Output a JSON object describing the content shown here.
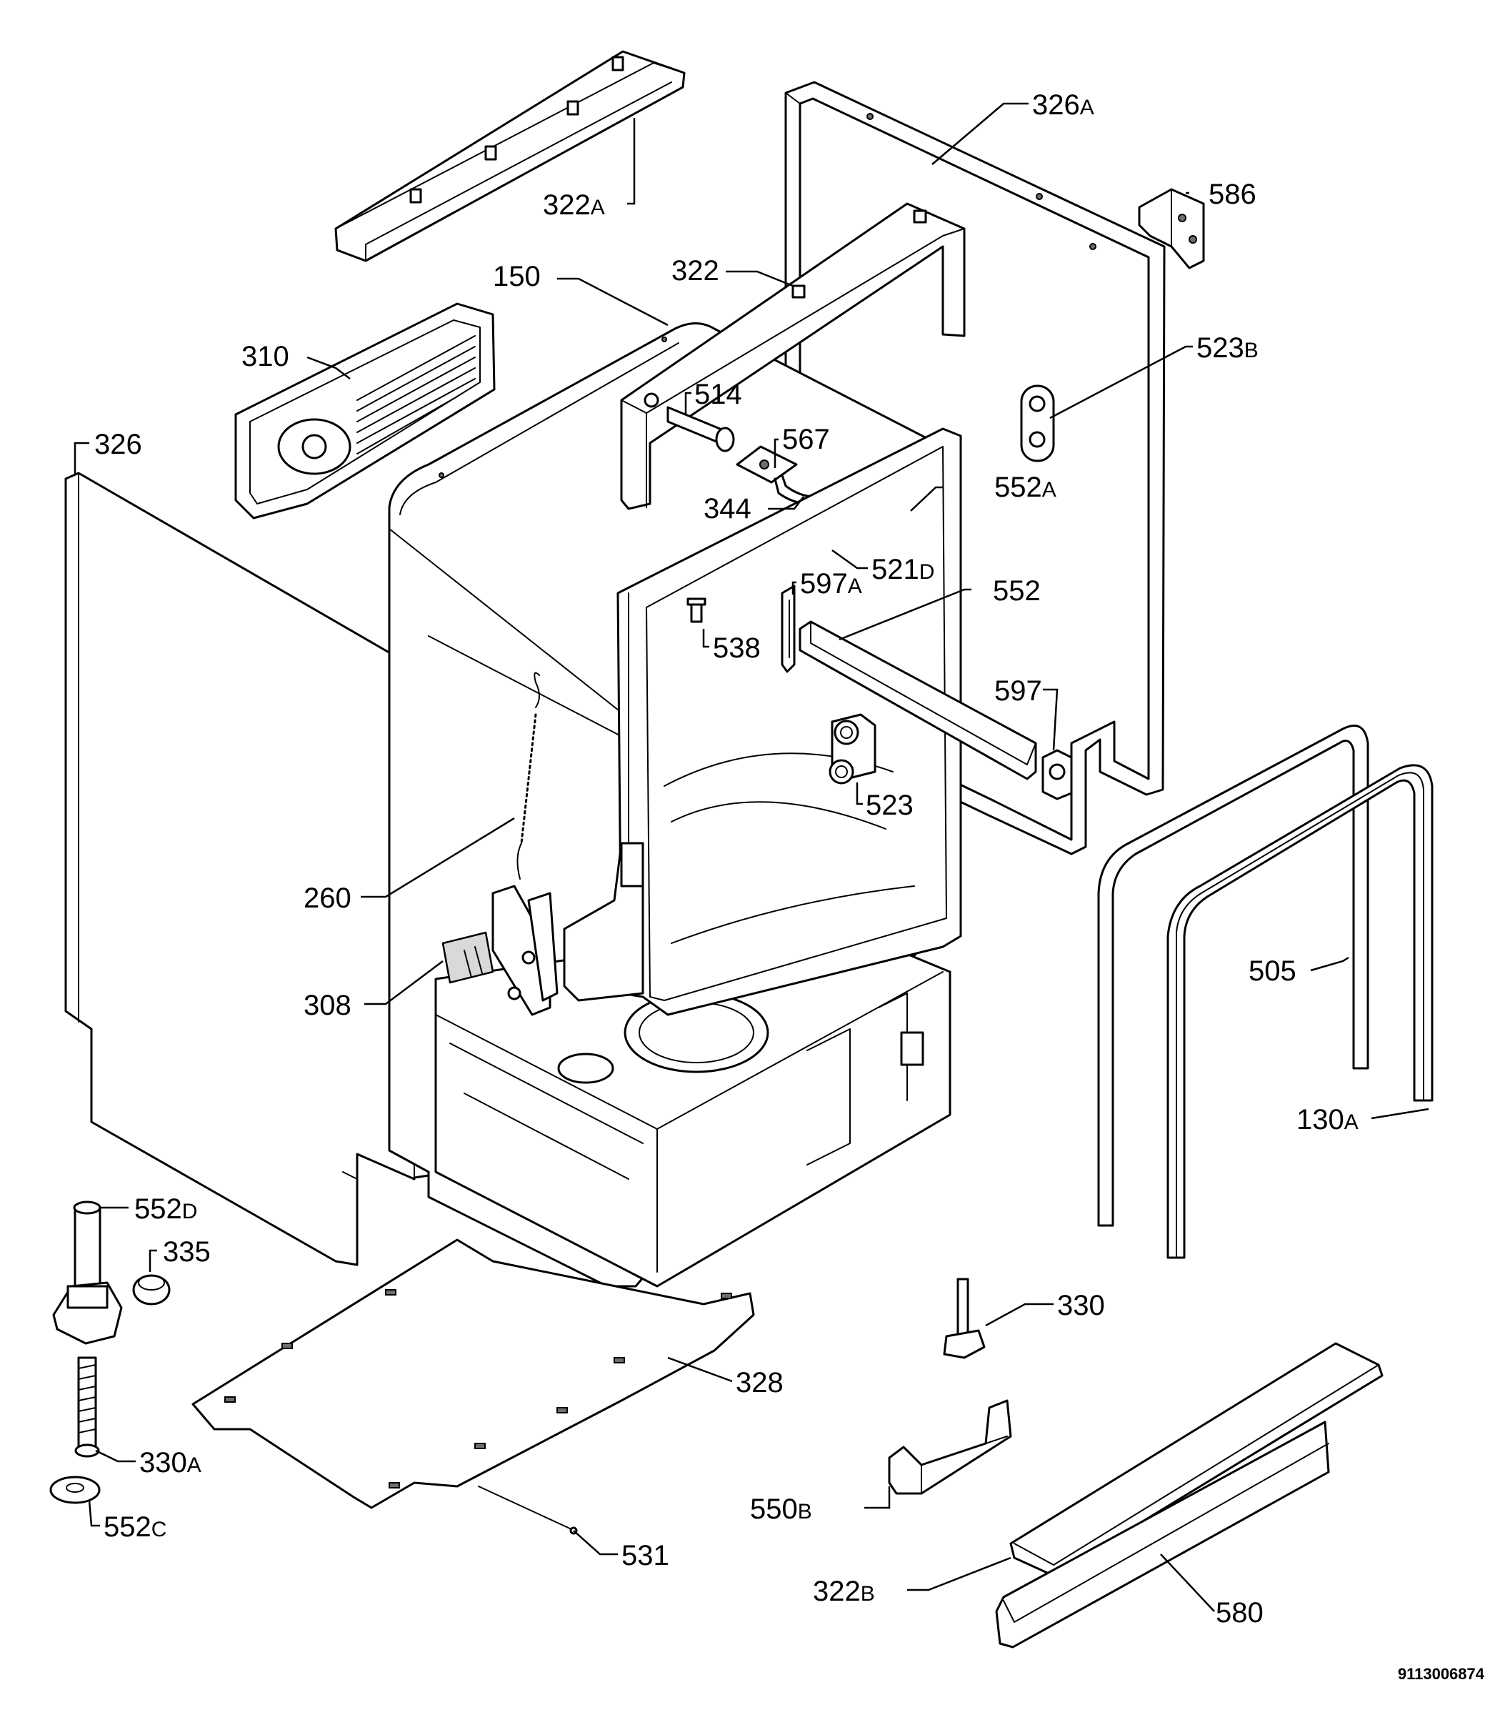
{
  "diagram": {
    "reference_number": "9113006874",
    "parts": [
      {
        "id": "p322A",
        "num": "322",
        "suffix": "A"
      },
      {
        "id": "p326A",
        "num": "326",
        "suffix": "A"
      },
      {
        "id": "p586",
        "num": "586",
        "suffix": ""
      },
      {
        "id": "p150",
        "num": "150",
        "suffix": ""
      },
      {
        "id": "p322",
        "num": "322",
        "suffix": ""
      },
      {
        "id": "p310",
        "num": "310",
        "suffix": ""
      },
      {
        "id": "p523B",
        "num": "523",
        "suffix": "B"
      },
      {
        "id": "p514",
        "num": "514",
        "suffix": ""
      },
      {
        "id": "p326",
        "num": "326",
        "suffix": ""
      },
      {
        "id": "p567",
        "num": "567",
        "suffix": ""
      },
      {
        "id": "p552A",
        "num": "552",
        "suffix": "A"
      },
      {
        "id": "p344",
        "num": "344",
        "suffix": ""
      },
      {
        "id": "p521D",
        "num": "521",
        "suffix": "D"
      },
      {
        "id": "p597A",
        "num": "597",
        "suffix": "A"
      },
      {
        "id": "p552",
        "num": "552",
        "suffix": ""
      },
      {
        "id": "p538",
        "num": "538",
        "suffix": ""
      },
      {
        "id": "p597",
        "num": "597",
        "suffix": ""
      },
      {
        "id": "p523",
        "num": "523",
        "suffix": ""
      },
      {
        "id": "p260",
        "num": "260",
        "suffix": ""
      },
      {
        "id": "p505",
        "num": "505",
        "suffix": ""
      },
      {
        "id": "p308",
        "num": "308",
        "suffix": ""
      },
      {
        "id": "p130A",
        "num": "130",
        "suffix": "A"
      },
      {
        "id": "p552D",
        "num": "552",
        "suffix": "D"
      },
      {
        "id": "p335",
        "num": "335",
        "suffix": ""
      },
      {
        "id": "p330",
        "num": "330",
        "suffix": ""
      },
      {
        "id": "p328",
        "num": "328",
        "suffix": ""
      },
      {
        "id": "p330A",
        "num": "330",
        "suffix": "A"
      },
      {
        "id": "p550B",
        "num": "550",
        "suffix": "B"
      },
      {
        "id": "p552C",
        "num": "552",
        "suffix": "C"
      },
      {
        "id": "p531",
        "num": "531",
        "suffix": ""
      },
      {
        "id": "p322B",
        "num": "322",
        "suffix": "B"
      },
      {
        "id": "p580",
        "num": "580",
        "suffix": ""
      }
    ]
  }
}
